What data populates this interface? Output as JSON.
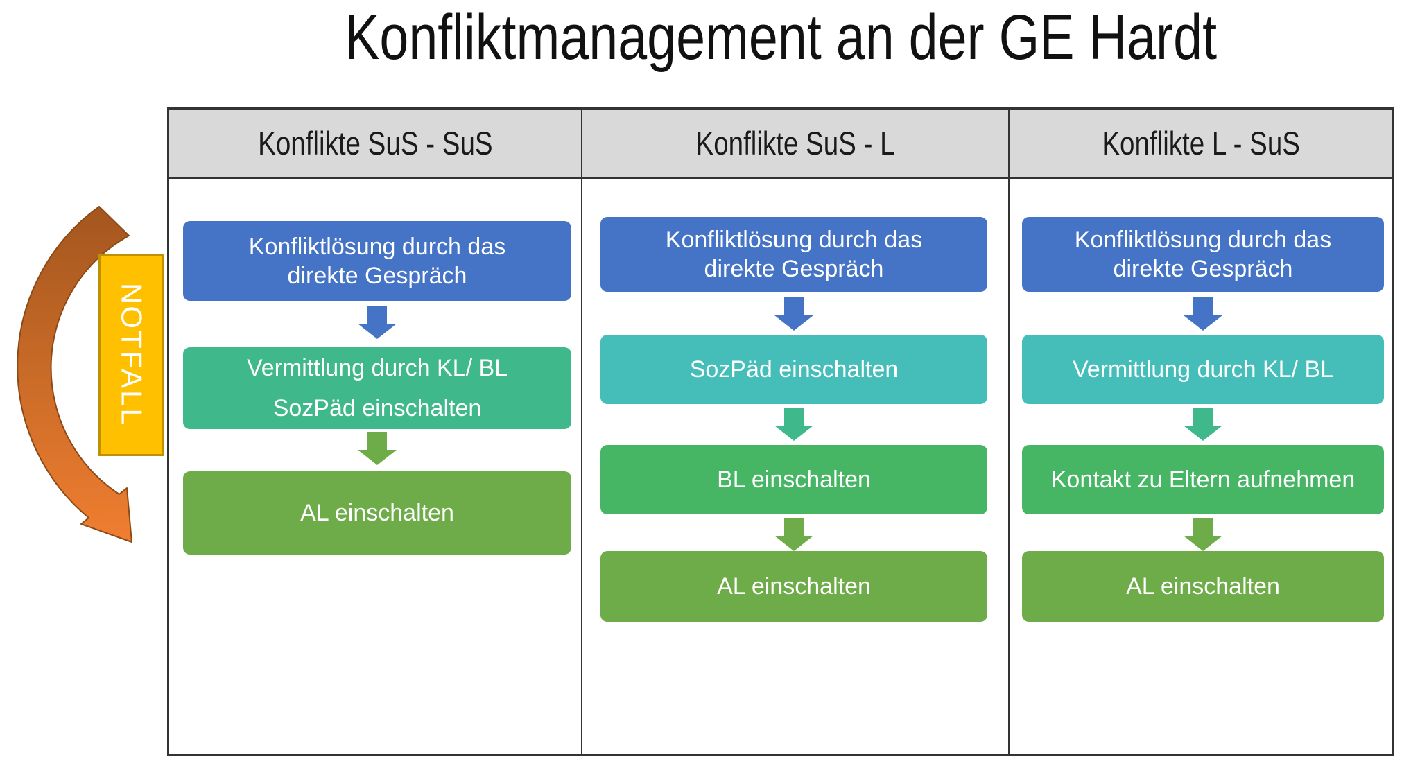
{
  "title": "Konfliktmanagement an der GE Hardt",
  "emergency_label": "NOTFALL",
  "colors": {
    "blue": "#4574C6",
    "turquoise": "#45BDB9",
    "sea_green": "#3FB98B",
    "green": "#46B564",
    "apple_green": "#6EAC49",
    "header_bg": "#D9D9D9",
    "table_border": "#333333",
    "notfall_bg": "#FFC000",
    "notfall_border": "#BF9000",
    "orange_dark": "#A4561E",
    "orange_mid": "#C96B28",
    "orange_light": "#F07E30",
    "orange_stroke": "#8C4A17"
  },
  "columns": [
    {
      "header": "Konflikte SuS - SuS",
      "box1_line1": "Konfliktlösung durch das",
      "box1_line2": "direkte Gespräch",
      "box2_line1": "Vermittlung durch KL/ BL",
      "box2_line2": "SozPäd einschalten",
      "box3": "AL einschalten"
    },
    {
      "header": "Konflikte SuS - L",
      "box1_line1": "Konfliktlösung durch das",
      "box1_line2": "direkte Gespräch",
      "box2": "SozPäd einschalten",
      "box3": "BL einschalten",
      "box4": "AL einschalten"
    },
    {
      "header": "Konflikte L - SuS",
      "box1_line1": "Konfliktlösung durch das",
      "box1_line2": "direkte Gespräch",
      "box2": "Vermittlung durch KL/ BL",
      "box3": "Kontakt zu Eltern aufnehmen",
      "box4": "AL einschalten"
    }
  ]
}
